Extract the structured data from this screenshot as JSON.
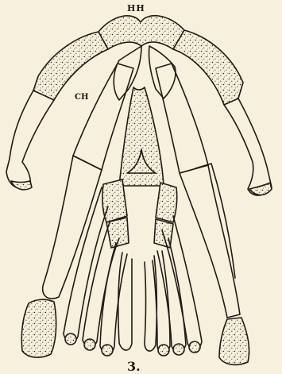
{
  "figure": {
    "number": "3.",
    "labels": {
      "hypohyal": "HH",
      "ceratohyal": "CH"
    },
    "colors": {
      "paper": "#f7f0dc",
      "ink": "#1f1b14"
    }
  }
}
